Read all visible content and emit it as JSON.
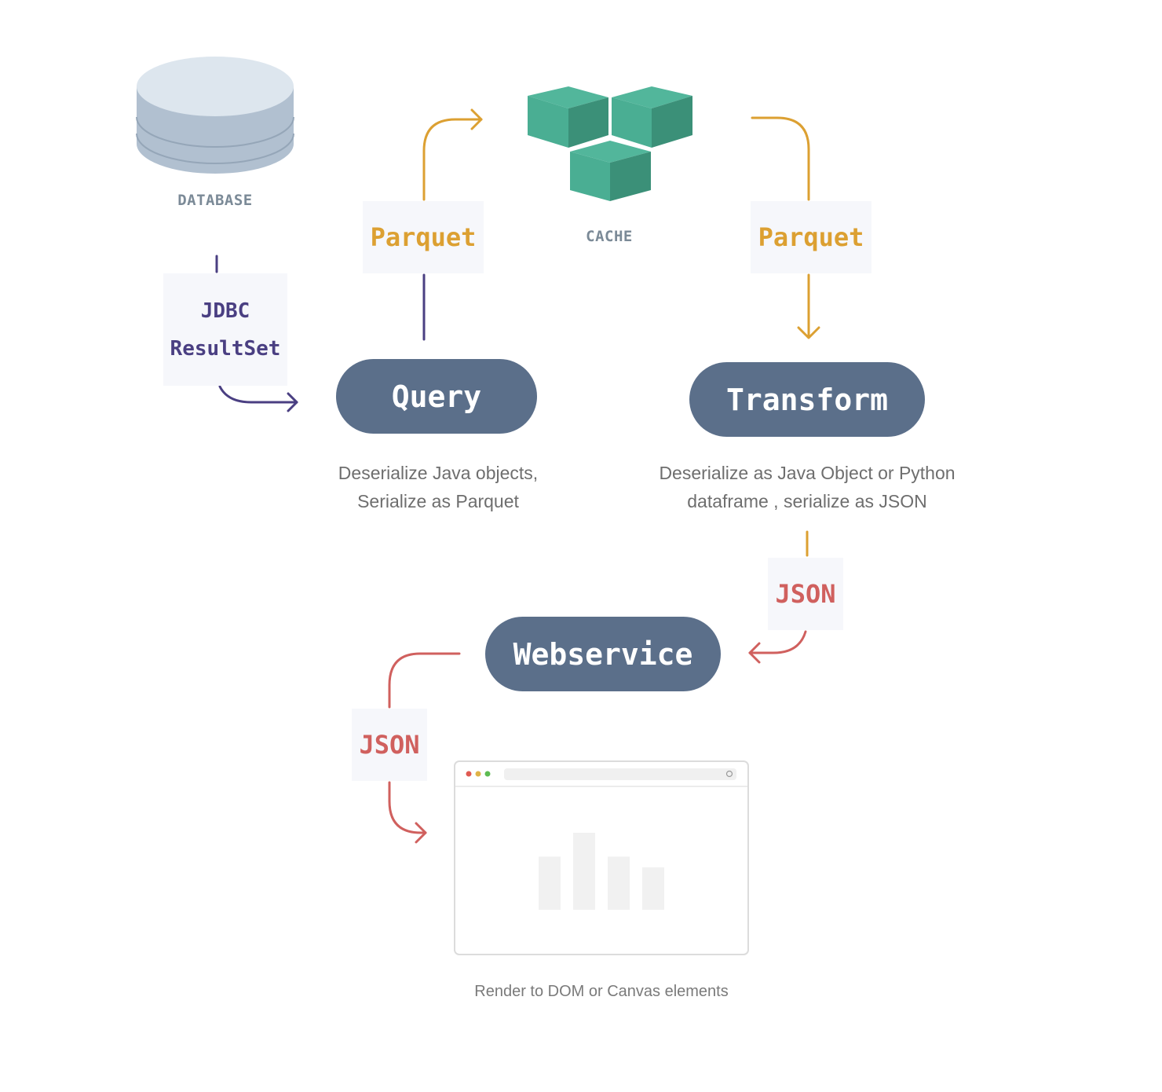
{
  "icons": {
    "database": {
      "label": "DATABASE",
      "icon": "database-icon",
      "colors": {
        "top": "#dde6ee",
        "side": "#b1c0d0"
      }
    },
    "cache": {
      "label": "CACHE",
      "icon": "cubes-icon",
      "colors": {
        "light": "#4aae93",
        "dark": "#3b9078"
      }
    }
  },
  "tags": {
    "jdbc": {
      "lines": [
        "JDBC",
        "ResultSet"
      ]
    },
    "parquet_left": "Parquet",
    "parquet_right": "Parquet",
    "json_right": "JSON",
    "json_left": "JSON"
  },
  "nodes": {
    "query": {
      "label": "Query",
      "caption": [
        "Deserialize Java objects,",
        "Serialize as Parquet"
      ]
    },
    "transform": {
      "label": "Transform",
      "caption": [
        "Deserialize as Java Object or Python",
        "dataframe , serialize as JSON"
      ]
    },
    "webservice": {
      "label": "Webservice"
    }
  },
  "browser": {
    "caption": "Render to DOM or Canvas elements",
    "bar_levels": [
      0.69,
      1.0,
      0.69,
      0.55
    ]
  },
  "colors": {
    "purple": "#4a3f82",
    "orange": "#dca032",
    "red": "#d0605e",
    "node": "#5b6f8a",
    "tag_bg": "#f6f7fb"
  }
}
